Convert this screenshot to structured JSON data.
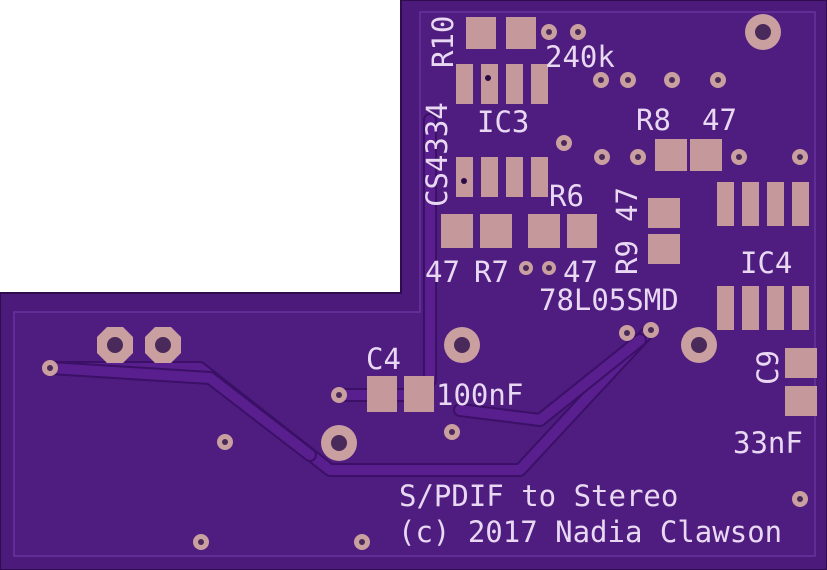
{
  "board": {
    "title": "S/PDIF to Stereo",
    "copyright": "(c) 2017 Nadia Clawson"
  },
  "components": {
    "r10_ref": "R10",
    "r10_val": "240k",
    "ic3_ref": "IC3",
    "ic3_val": "CS4334",
    "r8_ref": "R8",
    "r8_val": "47",
    "r6_ref": "R6",
    "r6_val": "47",
    "r7_ref": "R7",
    "r7_val": "47",
    "r9_ref": "R9",
    "r9_val": "47",
    "ic4_ref": "IC4",
    "ic4_val": "78L05SMD",
    "c4_ref": "C4",
    "c4_val": "100nF",
    "c9_ref": "C9",
    "c9_val": "33nF"
  },
  "colors": {
    "board": "#4b1a7a",
    "outline": "#5c2a8f",
    "silkscreen": "#e9d8f2",
    "copper_pad": "#c5999b"
  }
}
